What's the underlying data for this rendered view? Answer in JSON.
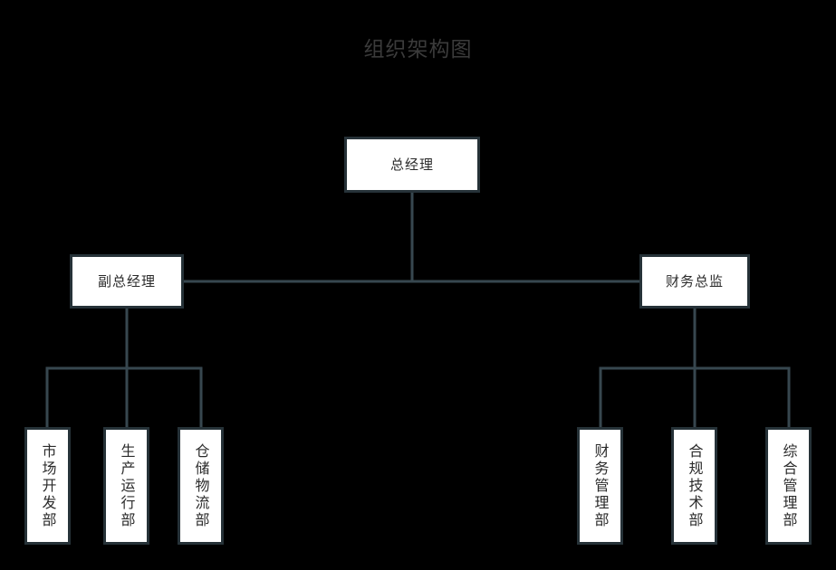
{
  "chart": {
    "title": "组织架构图",
    "title_color": "#3b3b3b",
    "background_color": "#000000",
    "node_fill_color": "#ffffff",
    "node_border_color": "#263238",
    "node_text_color": "#2b2b2b",
    "connector_color": "#37474f"
  },
  "nodes": {
    "root": {
      "label": "总经理"
    },
    "left_manager": {
      "label": "副总经理"
    },
    "right_manager": {
      "label": "财务总监"
    },
    "left_children": [
      {
        "label": "市场开发部"
      },
      {
        "label": "生产运行部"
      },
      {
        "label": "仓储物流部"
      }
    ],
    "right_children": [
      {
        "label": "财务管理部"
      },
      {
        "label": "合规技术部"
      },
      {
        "label": "综合管理部"
      }
    ]
  }
}
